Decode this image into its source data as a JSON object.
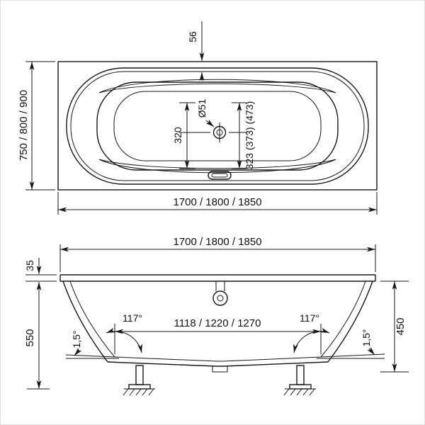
{
  "colors": {
    "line": "#161616",
    "background": "#ffffff",
    "frame": "#e2e2e2"
  },
  "top_view": {
    "rim_offset": "56",
    "width_options": "750 / 800 / 900",
    "length_options": "1700 / 1800 / 1850",
    "drain_distance": "320",
    "drain_diameter": "Ø51",
    "drain_offsets": "323 (373) (473)"
  },
  "side_view": {
    "length_options": "1700 / 1800 / 1850",
    "rim_thickness": "35",
    "height_to_floor": "550",
    "depth": "450",
    "base_length_options": "1118 / 1220 / 1270",
    "wall_angle_left": "117°",
    "wall_angle_right": "117°",
    "base_slope_left": "1,5°",
    "base_slope_right": "1,5°"
  }
}
